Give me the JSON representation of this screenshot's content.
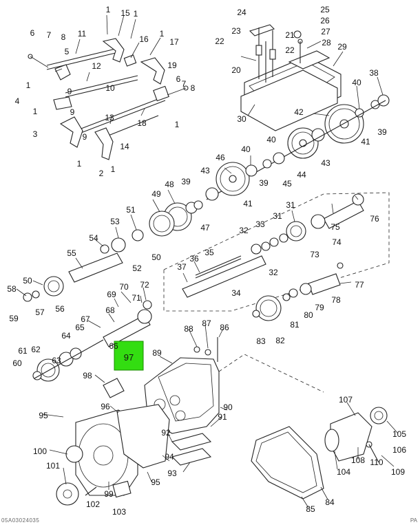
{
  "callouts": [
    {
      "id": "c1a",
      "text": "1"
    },
    {
      "id": "c15",
      "text": "15"
    },
    {
      "id": "c1b",
      "text": "1"
    },
    {
      "id": "c6a",
      "text": "6"
    },
    {
      "id": "c7a",
      "text": "7"
    },
    {
      "id": "c8a",
      "text": "8"
    },
    {
      "id": "c11",
      "text": "11"
    },
    {
      "id": "c16",
      "text": "16"
    },
    {
      "id": "c1c",
      "text": "1"
    },
    {
      "id": "c17",
      "text": "17"
    },
    {
      "id": "c5",
      "text": "5"
    },
    {
      "id": "c12",
      "text": "12"
    },
    {
      "id": "c19",
      "text": "19"
    },
    {
      "id": "c1d",
      "text": "1"
    },
    {
      "id": "c9a",
      "text": "9"
    },
    {
      "id": "c10",
      "text": "10"
    },
    {
      "id": "c6b",
      "text": "6"
    },
    {
      "id": "c7b",
      "text": "7"
    },
    {
      "id": "c8b",
      "text": "8"
    },
    {
      "id": "c4",
      "text": "4"
    },
    {
      "id": "c1e",
      "text": "1"
    },
    {
      "id": "c9b",
      "text": "9"
    },
    {
      "id": "c13",
      "text": "13"
    },
    {
      "id": "c18",
      "text": "18"
    },
    {
      "id": "c1f",
      "text": "1"
    },
    {
      "id": "c3",
      "text": "3"
    },
    {
      "id": "c9c",
      "text": "9"
    },
    {
      "id": "c14",
      "text": "14"
    },
    {
      "id": "c1g",
      "text": "1"
    },
    {
      "id": "c2",
      "text": "2"
    },
    {
      "id": "c1h",
      "text": "1"
    },
    {
      "id": "c24",
      "text": "24"
    },
    {
      "id": "c25",
      "text": "25"
    },
    {
      "id": "c26",
      "text": "26"
    },
    {
      "id": "c23",
      "text": "23"
    },
    {
      "id": "c21",
      "text": "21"
    },
    {
      "id": "c27",
      "text": "27"
    },
    {
      "id": "c22a",
      "text": "22"
    },
    {
      "id": "c22b",
      "text": "22"
    },
    {
      "id": "c28",
      "text": "28"
    },
    {
      "id": "c29",
      "text": "29"
    },
    {
      "id": "c20",
      "text": "20"
    },
    {
      "id": "c38",
      "text": "38"
    },
    {
      "id": "c40a",
      "text": "40"
    },
    {
      "id": "c30",
      "text": "30"
    },
    {
      "id": "c42",
      "text": "42"
    },
    {
      "id": "c39a",
      "text": "39"
    },
    {
      "id": "c41a",
      "text": "41"
    },
    {
      "id": "c40b",
      "text": "40"
    },
    {
      "id": "c40c",
      "text": "40"
    },
    {
      "id": "c46",
      "text": "46"
    },
    {
      "id": "c43a",
      "text": "43"
    },
    {
      "id": "c43b",
      "text": "43"
    },
    {
      "id": "c44",
      "text": "44"
    },
    {
      "id": "c45",
      "text": "45"
    },
    {
      "id": "c39b",
      "text": "39"
    },
    {
      "id": "c48",
      "text": "48"
    },
    {
      "id": "c39c",
      "text": "39"
    },
    {
      "id": "c49",
      "text": "49"
    },
    {
      "id": "c41b",
      "text": "41"
    },
    {
      "id": "c47",
      "text": "47"
    },
    {
      "id": "c51",
      "text": "51"
    },
    {
      "id": "c31a",
      "text": "31"
    },
    {
      "id": "c75",
      "text": "75"
    },
    {
      "id": "c76",
      "text": "76"
    },
    {
      "id": "c53",
      "text": "53"
    },
    {
      "id": "c32a",
      "text": "32"
    },
    {
      "id": "c33",
      "text": "33"
    },
    {
      "id": "c31b",
      "text": "31"
    },
    {
      "id": "c74",
      "text": "74"
    },
    {
      "id": "c54",
      "text": "54"
    },
    {
      "id": "c52",
      "text": "52"
    },
    {
      "id": "c50a",
      "text": "50"
    },
    {
      "id": "c35",
      "text": "35"
    },
    {
      "id": "c73",
      "text": "73"
    },
    {
      "id": "c55",
      "text": "55"
    },
    {
      "id": "c36",
      "text": "36"
    },
    {
      "id": "c37",
      "text": "37"
    },
    {
      "id": "c32b",
      "text": "32"
    },
    {
      "id": "c77",
      "text": "77"
    },
    {
      "id": "c58",
      "text": "58"
    },
    {
      "id": "c50b",
      "text": "50"
    },
    {
      "id": "c70",
      "text": "70"
    },
    {
      "id": "c72",
      "text": "72"
    },
    {
      "id": "c69",
      "text": "69"
    },
    {
      "id": "c71",
      "text": "71"
    },
    {
      "id": "c34",
      "text": "34"
    },
    {
      "id": "c78",
      "text": "78"
    },
    {
      "id": "c59",
      "text": "59"
    },
    {
      "id": "c57",
      "text": "57"
    },
    {
      "id": "c56",
      "text": "56"
    },
    {
      "id": "c68",
      "text": "68"
    },
    {
      "id": "c79",
      "text": "79"
    },
    {
      "id": "c80",
      "text": "80"
    },
    {
      "id": "c81",
      "text": "81"
    },
    {
      "id": "c67",
      "text": "67"
    },
    {
      "id": "c83",
      "text": "83"
    },
    {
      "id": "c82",
      "text": "82"
    },
    {
      "id": "c88",
      "text": "88"
    },
    {
      "id": "c87",
      "text": "87"
    },
    {
      "id": "c86",
      "text": "86"
    },
    {
      "id": "c64",
      "text": "64"
    },
    {
      "id": "c65",
      "text": "65"
    },
    {
      "id": "c66",
      "text": "66"
    },
    {
      "id": "c61",
      "text": "61"
    },
    {
      "id": "c62",
      "text": "62"
    },
    {
      "id": "c63",
      "text": "63"
    },
    {
      "id": "c89",
      "text": "89"
    },
    {
      "id": "c60",
      "text": "60"
    },
    {
      "id": "c98",
      "text": "98"
    },
    {
      "id": "c107",
      "text": "107"
    },
    {
      "id": "c95a",
      "text": "95"
    },
    {
      "id": "c96",
      "text": "96"
    },
    {
      "id": "c90",
      "text": "90"
    },
    {
      "id": "c91",
      "text": "91"
    },
    {
      "id": "c92",
      "text": "92"
    },
    {
      "id": "c105",
      "text": "105"
    },
    {
      "id": "c100",
      "text": "100"
    },
    {
      "id": "c94",
      "text": "94"
    },
    {
      "id": "c106",
      "text": "106"
    },
    {
      "id": "c108",
      "text": "108"
    },
    {
      "id": "c110",
      "text": "110"
    },
    {
      "id": "c101",
      "text": "101"
    },
    {
      "id": "c93",
      "text": "93"
    },
    {
      "id": "c104",
      "text": "104"
    },
    {
      "id": "c109",
      "text": "109"
    },
    {
      "id": "c95b",
      "text": "95"
    },
    {
      "id": "c99",
      "text": "99"
    },
    {
      "id": "c84",
      "text": "84"
    },
    {
      "id": "c102",
      "text": "102"
    },
    {
      "id": "c103",
      "text": "103"
    },
    {
      "id": "c85",
      "text": "85"
    }
  ],
  "highlight": {
    "text": "97",
    "color": "#33dd11"
  },
  "footer": {
    "left": "05A03024035",
    "right": "PA"
  }
}
